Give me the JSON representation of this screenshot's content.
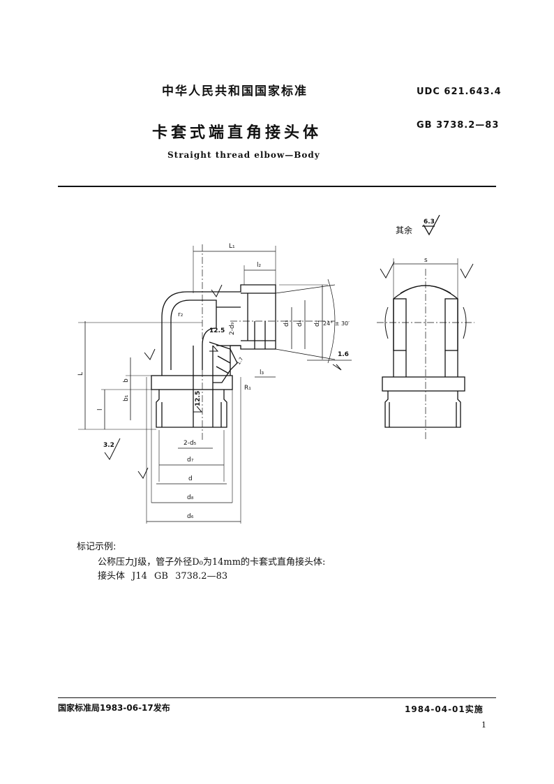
{
  "header": {
    "national_standard": "中华人民共和国国家标准",
    "udc": "UDC 621.643.4",
    "title_cn": "卡套式端直角接头体",
    "gb_code": "GB 3738.2—83",
    "title_en": "Straight thread elbow—Body"
  },
  "drawing": {
    "roughness_note_prefix": "其余",
    "roughness_default": "6.3",
    "dim_L1": "L₁",
    "dim_l2": "l₂",
    "dim_l3": "l₃",
    "dim_L": "L",
    "dim_l": "l",
    "dim_b": "b",
    "dim_b1": "b₁",
    "dim_r2": "r₂",
    "dim_R1": "R₁",
    "dim_2d9": "2-d₉",
    "dim_d5_top": "d₃",
    "dim_d4": "d₄",
    "dim_d2": "d₂",
    "angle": "24° ± 30′",
    "rough_12_5_a": "12.5",
    "rough_12_5_b": "12.5",
    "rough_1_6": "1.6",
    "rough_3_2": "3.2",
    "dim_1_7": "1.7",
    "dim_2d5": "2-d₅",
    "dim_d7": "d₇",
    "dim_d": "d",
    "dim_d8": "d₈",
    "dim_d6": "d₆",
    "dim_s": "s"
  },
  "marking": {
    "title": "标记示例:",
    "line1": "公称压力J级，管子外径D₀为14mm的卡套式直角接头体:",
    "line2": "接头体 J14 GB 3738.2—83"
  },
  "footer": {
    "issuer": "国家标准局1983-06-17发布",
    "implementation": "1984-04-01实施",
    "page": "1"
  }
}
